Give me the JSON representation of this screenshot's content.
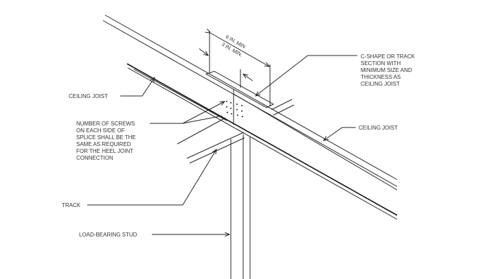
{
  "labels": {
    "c_shape": [
      "C-SHAPE OR TRACK",
      "SECTION WITH",
      "MINIMUM SIZE AND",
      "THICKNESS AS",
      "CEILING JOIST"
    ],
    "ceiling_joist_right": "CEILING JOIST",
    "ceiling_joist_left": "CEILING JOIST",
    "screws": [
      "NUMBER OF SCREWS",
      "ON EACH SIDE OF",
      "SPLICE SHALL BE THE",
      "SAME AS REQUIRED",
      "FOR THE HEEL JOINT",
      "CONNECTION"
    ],
    "track": "TRACK",
    "stud": "LOAD-BEARING STUD"
  },
  "dimensions": {
    "six_in": "6 IN. MIN",
    "three_in": "3 IN. MIN."
  }
}
